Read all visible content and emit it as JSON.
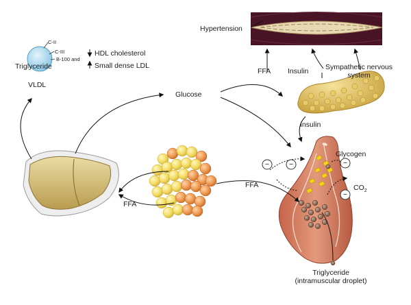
{
  "labels": {
    "hypertension": "Hypertension",
    "ffa_top": "FFA",
    "insulin_top": "Insulin",
    "sympathetic_line1": "Sympathetic nervous",
    "sympathetic_line2": "system",
    "glucose": "Glucose",
    "insulin_pancreas": "Insulin",
    "vldl": "VLDL",
    "triglyceride_vldl": "Triglyceride",
    "apo_c2": "C-II",
    "apo_c3": "C-III",
    "apo_b100": "B-100 and",
    "hdl": "HDL cholesterol",
    "sdldl": "Small dense LDL",
    "ffa_left": "FFA",
    "ffa_mid": "FFA",
    "glycogen": "Glycogen",
    "co2": "CO",
    "co2_sub": "2",
    "triglyceride_line1": "Triglyceride",
    "triglyceride_line2": "(intramuscular droplet)",
    "minus": "−"
  },
  "symbols": {
    "arrow_down": "↓",
    "arrow_up": "↑"
  },
  "colors": {
    "vessel": "#4a1427",
    "vessel_lumen": "#e8d9b4",
    "fat_yellow": "#f3dc62",
    "fat_orange": "#ef9a52",
    "pancreas": "#dcbb57",
    "liver": "#d9c27a",
    "muscle": "#d97c5e",
    "glycogen_block": "#f7d21a",
    "vldl_sphere": "#a9d8ee"
  }
}
